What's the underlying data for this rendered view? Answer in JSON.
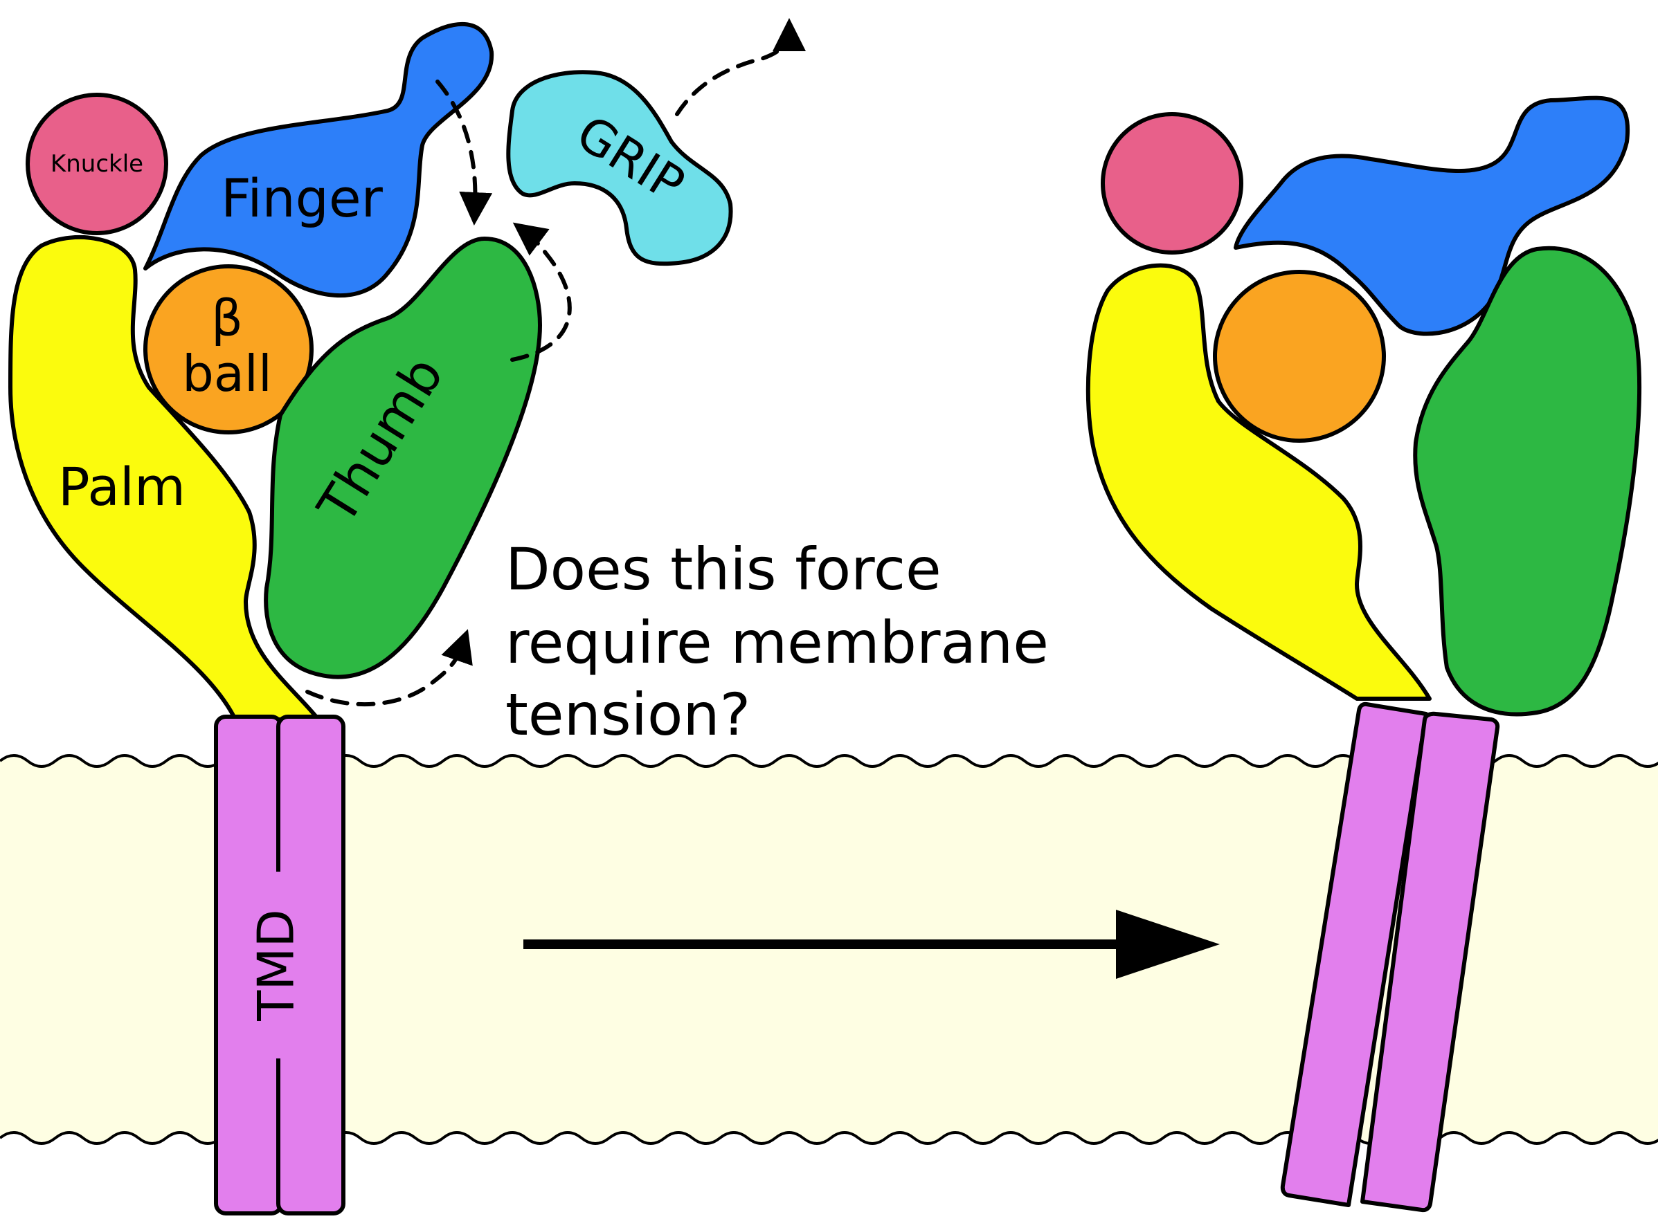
{
  "colors": {
    "membrane": "#fefee3",
    "knuckle": "#e8608a",
    "finger": "#2d7ff9",
    "beta_ball": "#faa421",
    "palm": "#fbfb0d",
    "thumb": "#2db843",
    "grip": "#6fdfe9",
    "tmd": "#e27fed",
    "outline": "#000000"
  },
  "labels": {
    "knuckle": "Knuckle",
    "finger": "Finger",
    "beta_symbol": "β",
    "beta_word": "ball",
    "palm": "Palm",
    "thumb": "Thumb",
    "grip": "GRIP",
    "tmd": "TMD"
  },
  "question": {
    "line1": "Does this force",
    "line2": "require membrane",
    "line3": "tension?"
  },
  "icons": {
    "transition_arrow": "right-arrow-icon",
    "motion_arrows": "dashed-curved-arrow-icon"
  }
}
